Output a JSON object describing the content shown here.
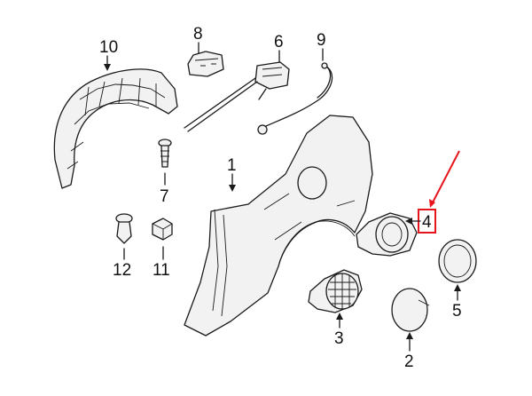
{
  "diagram": {
    "parts": [
      {
        "key": "p10",
        "number": "10",
        "name": "wheel-housing-liner"
      },
      {
        "key": "p8",
        "number": "8",
        "name": "bracket"
      },
      {
        "key": "p6",
        "number": "6",
        "name": "fuel-door-actuator"
      },
      {
        "key": "p9",
        "number": "9",
        "name": "release-cable"
      },
      {
        "key": "p1",
        "number": "1",
        "name": "quarter-panel"
      },
      {
        "key": "p7",
        "number": "7",
        "name": "screw"
      },
      {
        "key": "p12",
        "number": "12",
        "name": "clip"
      },
      {
        "key": "p11",
        "number": "11",
        "name": "nut"
      },
      {
        "key": "p4",
        "number": "4",
        "name": "fuel-filler-housing"
      },
      {
        "key": "p3",
        "number": "3",
        "name": "vent-grille"
      },
      {
        "key": "p5",
        "number": "5",
        "name": "gasket-ring"
      },
      {
        "key": "p2",
        "number": "2",
        "name": "fuel-door"
      }
    ],
    "highlight": {
      "part": "4",
      "box_color": "#e8141c",
      "arrow_color": "#e8141c"
    },
    "line_color": "#1a1a1a",
    "fill_color": "#f2f2f2"
  }
}
